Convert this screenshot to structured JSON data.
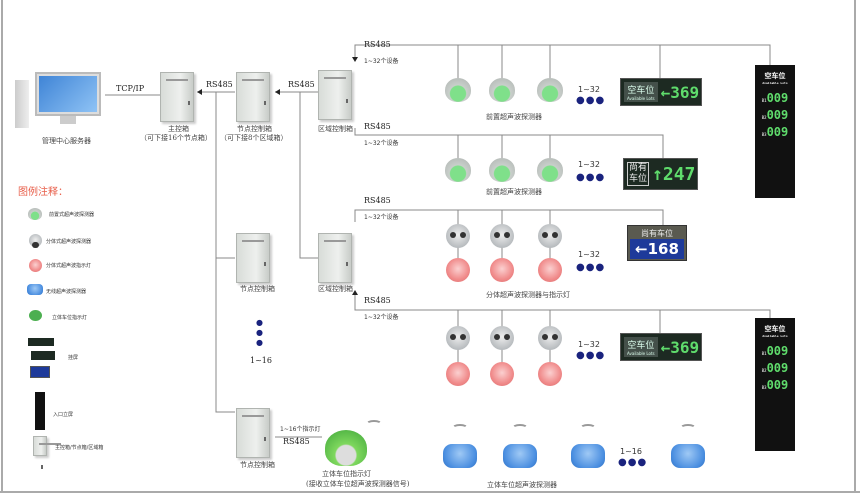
{
  "server": {
    "label": "管理中心服务器",
    "link": "TCP/IP"
  },
  "main_box": {
    "label": "主控箱",
    "sub": "（可下接16个节点箱）"
  },
  "node_box": {
    "label": "节点控制箱",
    "sub": "（可下接8个区域箱）"
  },
  "zone_box": {
    "label": "区域控制箱"
  },
  "rs485": "RS485",
  "devices_count": "1~32个设备",
  "range32": "1~32",
  "range16": "1~16",
  "dots": "●●●",
  "group1_label": "前置超声波探测器",
  "group2_label": "前置超声波探测器",
  "group3_label": "分体超声波探测器与指示灯",
  "bottom": {
    "count": "1~16个指示灯",
    "indicator_label": "立体车位指示灯",
    "indicator_sub": "(接收立体车位超声波探测器信号)",
    "wireless_label": "立体车位超声波探测器"
  },
  "screens": {
    "s1": {
      "title": "空车位",
      "sub": "Available Lots",
      "value": "←369"
    },
    "s2": {
      "title1": "尚有",
      "title2": "车位",
      "value": "↑247"
    },
    "s3": {
      "title": "尚有车位",
      "value": "←168"
    },
    "stand": {
      "title": "空车位",
      "sub": "Available Lots",
      "rows": [
        {
          "k": "B1",
          "v": "009"
        },
        {
          "k": "B2",
          "v": "009"
        },
        {
          "k": "B3",
          "v": "009"
        }
      ]
    }
  },
  "legend": {
    "title": "图例注释：",
    "items": [
      "前置式超声波探测器",
      "分体式超声波探测器",
      "分体式超声波指示灯",
      "无线超声波探测器",
      "立体车位指示灯",
      "挂屏",
      "入口立屏",
      "主控箱/节点箱/区域箱"
    ]
  },
  "colors": {
    "legend_title": "#e8604c",
    "dots": "#1a237e",
    "display_green": "#5fdc6c",
    "wireless_blue": "#4a8ee0"
  }
}
